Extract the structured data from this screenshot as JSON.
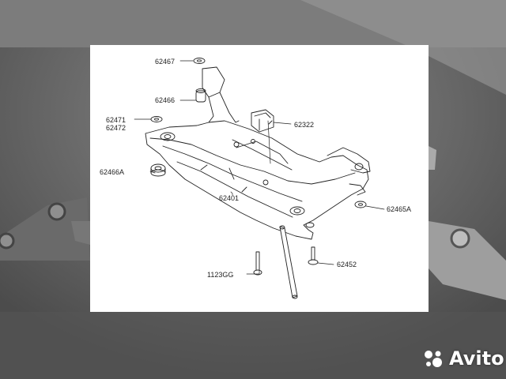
{
  "diagram": {
    "labels": {
      "p62467": "62467",
      "p62466": "62466",
      "p62471": "62471",
      "p62472": "62472",
      "p62322": "62322",
      "p62466A": "62466A",
      "p62401": "62401",
      "p62465A": "62465A",
      "p62452": "62452",
      "p1123GG": "1123GG"
    }
  },
  "watermark": {
    "text": "Avito",
    "icon": "avito-logo-icon"
  },
  "colors": {
    "line": "#222222",
    "panel": "#ffffff",
    "photo_dark": "#4a4a4a",
    "photo_light": "#9a9a9a"
  }
}
